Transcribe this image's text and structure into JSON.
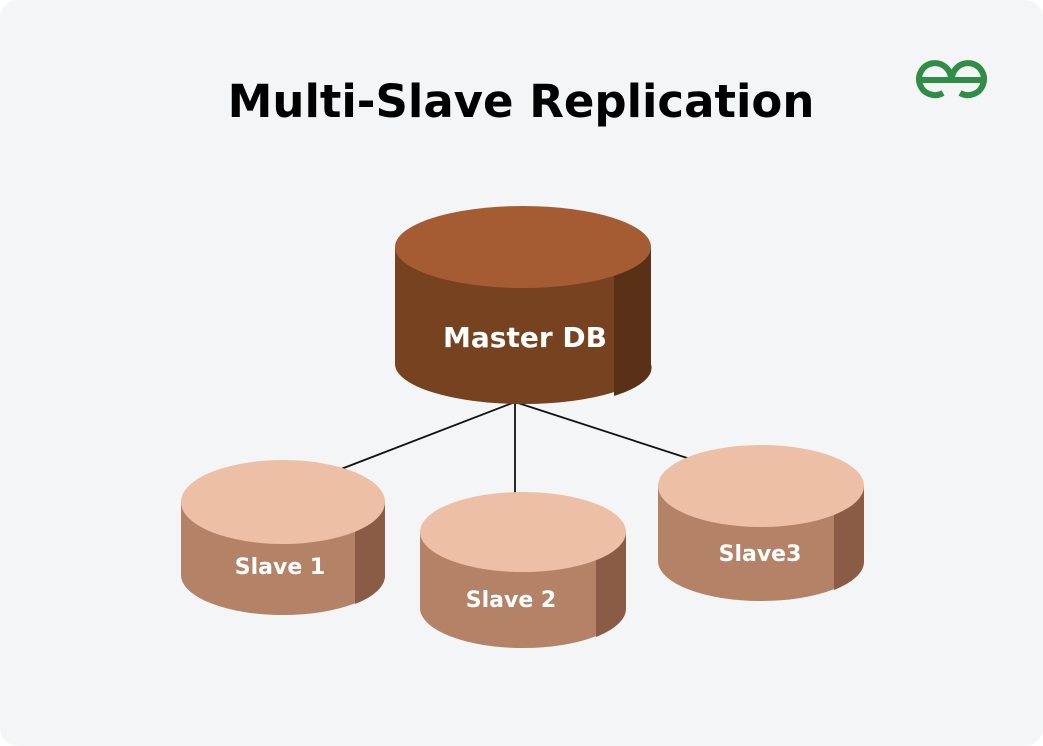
{
  "diagram": {
    "title": "Multi-Slave Replication",
    "logo": {
      "name": "GeeksforGeeks logo",
      "color": "#2f8d46"
    },
    "master": {
      "label": "Master DB",
      "colors": {
        "top": "#a55c33",
        "body": "#76421f",
        "shade": "#5a3017"
      }
    },
    "slaves": [
      {
        "label": "Slave 1"
      },
      {
        "label": "Slave 2"
      },
      {
        "label": "Slave3"
      }
    ],
    "slave_colors": {
      "top": "#ecbfa6",
      "body": "#b48266",
      "shade": "#8a5c46"
    },
    "edges": [
      {
        "from": "Master DB",
        "to": "Slave 1"
      },
      {
        "from": "Master DB",
        "to": "Slave 2"
      },
      {
        "from": "Master DB",
        "to": "Slave3"
      }
    ],
    "colors": {
      "background": "#f4f5f7",
      "arrow": "#111111"
    }
  }
}
